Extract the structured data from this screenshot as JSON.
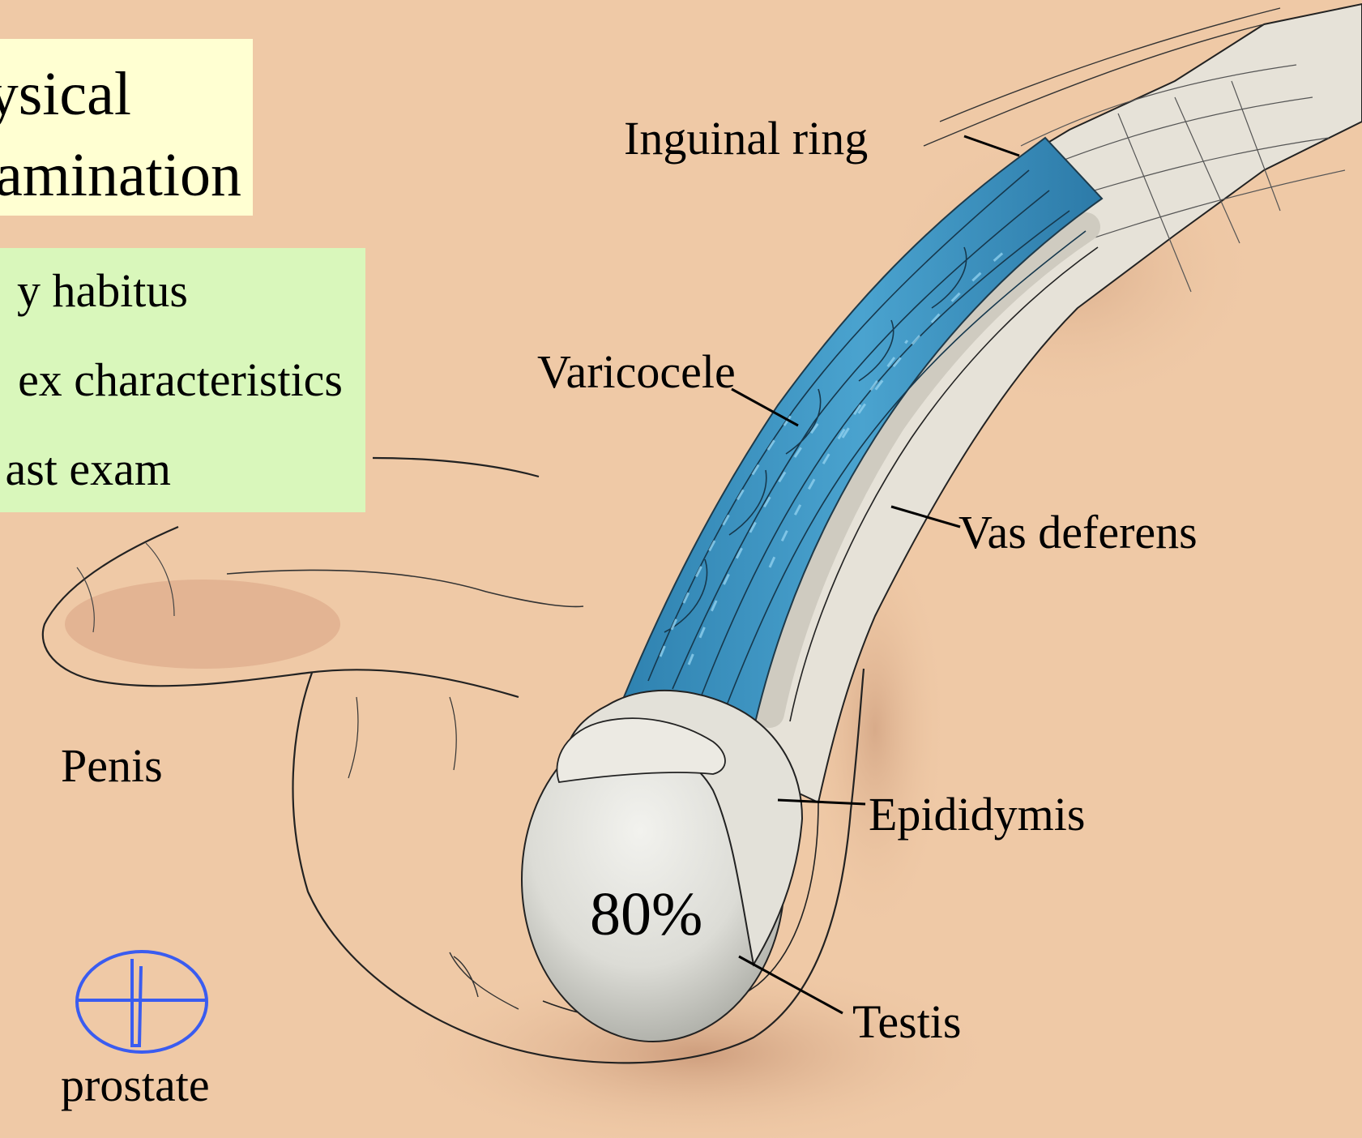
{
  "title_box": {
    "line1": "ysical",
    "line2": "amination"
  },
  "list_box": {
    "items": [
      "y habitus",
      "ex characteristics",
      "ast exam"
    ]
  },
  "labels": {
    "inguinal_ring": "Inguinal  ring",
    "varicocele": "Varicocele",
    "vas_deferens": "Vas deferens",
    "epididymis": "Epididymis",
    "testis": "Testis",
    "penis": "Penis",
    "percentage": "80%",
    "prostate": "prostate"
  },
  "colors": {
    "skin": "#efc9a6",
    "skin_shadow": "#c99a78",
    "veins": "#3e93bf",
    "cord_sheath": "#e6e2d8",
    "testis": "#dcdcd6",
    "title_box": "#ffffd2",
    "list_box": "#d9f7bb",
    "prostate_symbol": "#3a5cf0"
  }
}
